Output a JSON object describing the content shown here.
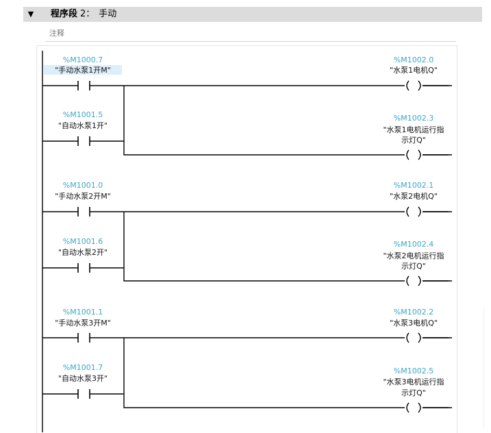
{
  "segment": {
    "toggle_icon": "triangle-down-icon",
    "title": "程序段",
    "number": "2：",
    "description": "手动"
  },
  "comment": {
    "placeholder": "注释"
  },
  "rungs": [
    {
      "contacts": [
        {
          "address": "%M1000.7",
          "symbol": "\"手动水泵1开M\""
        },
        {
          "address": "%M1001.5",
          "symbol": "\"自动水泵1开\""
        }
      ],
      "coils": [
        {
          "address": "%M1002.0",
          "symbol_line1": "\"水泵1电机Q\"",
          "symbol_line2": ""
        },
        {
          "address": "%M1002.3",
          "symbol_line1": "\"水泵1电机运行指",
          "symbol_line2": "示灯Q\""
        }
      ]
    },
    {
      "contacts": [
        {
          "address": "%M1001.0",
          "symbol": "\"手动水泵2开M\""
        },
        {
          "address": "%M1001.6",
          "symbol": "\"自动水泵2开\""
        }
      ],
      "coils": [
        {
          "address": "%M1002.1",
          "symbol_line1": "\"水泵2电机Q\"",
          "symbol_line2": ""
        },
        {
          "address": "%M1002.4",
          "symbol_line1": "\"水泵2电机运行指",
          "symbol_line2": "示灯Q\""
        }
      ]
    },
    {
      "contacts": [
        {
          "address": "%M1001.1",
          "symbol": "\"手动水泵3开M\""
        },
        {
          "address": "%M1001.7",
          "symbol": "\"自动水泵3开\""
        }
      ],
      "coils": [
        {
          "address": "%M1002.2",
          "symbol_line1": "\"水泵3电机Q\"",
          "symbol_line2": ""
        },
        {
          "address": "%M1002.5",
          "symbol_line1": "\"水泵3电机运行指",
          "symbol_line2": "示灯Q\""
        }
      ]
    }
  ],
  "colors": {
    "address": "#3aa6c8",
    "highlight": "#dceefb",
    "header_bg": "#dcdcdc",
    "line": "#000000"
  }
}
